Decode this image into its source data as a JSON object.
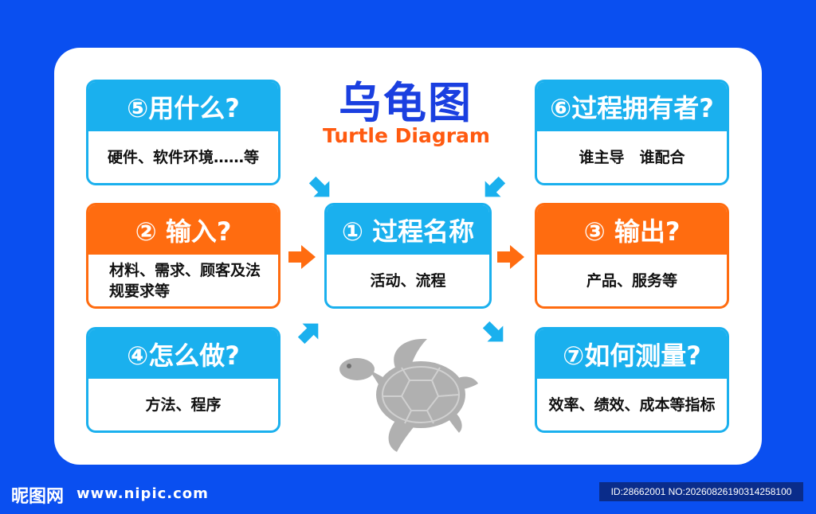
{
  "title": "乌龟图",
  "subtitle": "Turtle Diagram",
  "boxes": {
    "what_use": {
      "heading": "⑤用什么?",
      "body": "硬件、软件环境……等"
    },
    "input": {
      "heading": "② 输入?",
      "body": "材料、需求、顾客及法规要求等"
    },
    "how": {
      "heading": "④怎么做?",
      "body": "方法、程序"
    },
    "process": {
      "heading": "① 过程名称",
      "body": "活动、流程"
    },
    "owner": {
      "heading": "⑥过程拥有者?",
      "body": "谁主导　谁配合"
    },
    "output": {
      "heading": "③ 输出?",
      "body": "产品、服务等"
    },
    "measure": {
      "heading": "⑦如何测量?",
      "body": "效率、绩效、成本等指标"
    }
  },
  "footer": {
    "logo": "昵图网",
    "url": "www.nipic.com",
    "id": "ID:28662001 NO:20260826190314258100"
  },
  "colors": {
    "background": "#0a4ff0",
    "blue": "#1ab0ee",
    "orange": "#ff6c10",
    "title": "#1a3fe0"
  }
}
